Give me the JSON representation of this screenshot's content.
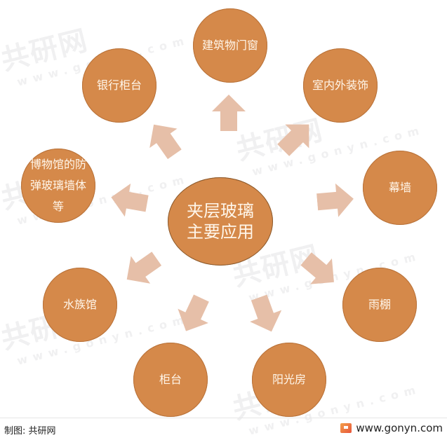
{
  "diagram": {
    "type": "radial",
    "center": {
      "label": "夹层玻璃主要应用"
    },
    "nodes": [
      {
        "id": "building-doors-windows",
        "label": "建筑物门窗"
      },
      {
        "id": "interior-exterior-decoration",
        "label": "室内外装饰"
      },
      {
        "id": "curtain-wall",
        "label": "幕墙"
      },
      {
        "id": "canopy",
        "label": "雨棚"
      },
      {
        "id": "sunroom",
        "label": "阳光房"
      },
      {
        "id": "counter",
        "label": "柜台"
      },
      {
        "id": "aquarium",
        "label": "水族馆"
      },
      {
        "id": "museum-bulletproof-wall",
        "label": "博物馆的防弹玻璃墙体等"
      },
      {
        "id": "bank-counter",
        "label": "银行柜台"
      }
    ],
    "colors": {
      "node_fill": "#d5894a",
      "arrow_fill": "#e6bfa8",
      "text": "#fff6ea"
    }
  },
  "watermark": {
    "brand": "共研网",
    "url": "www.gonyn.com"
  },
  "footer": {
    "source": "制图: 共研网",
    "website": "www.gonyn.com"
  }
}
